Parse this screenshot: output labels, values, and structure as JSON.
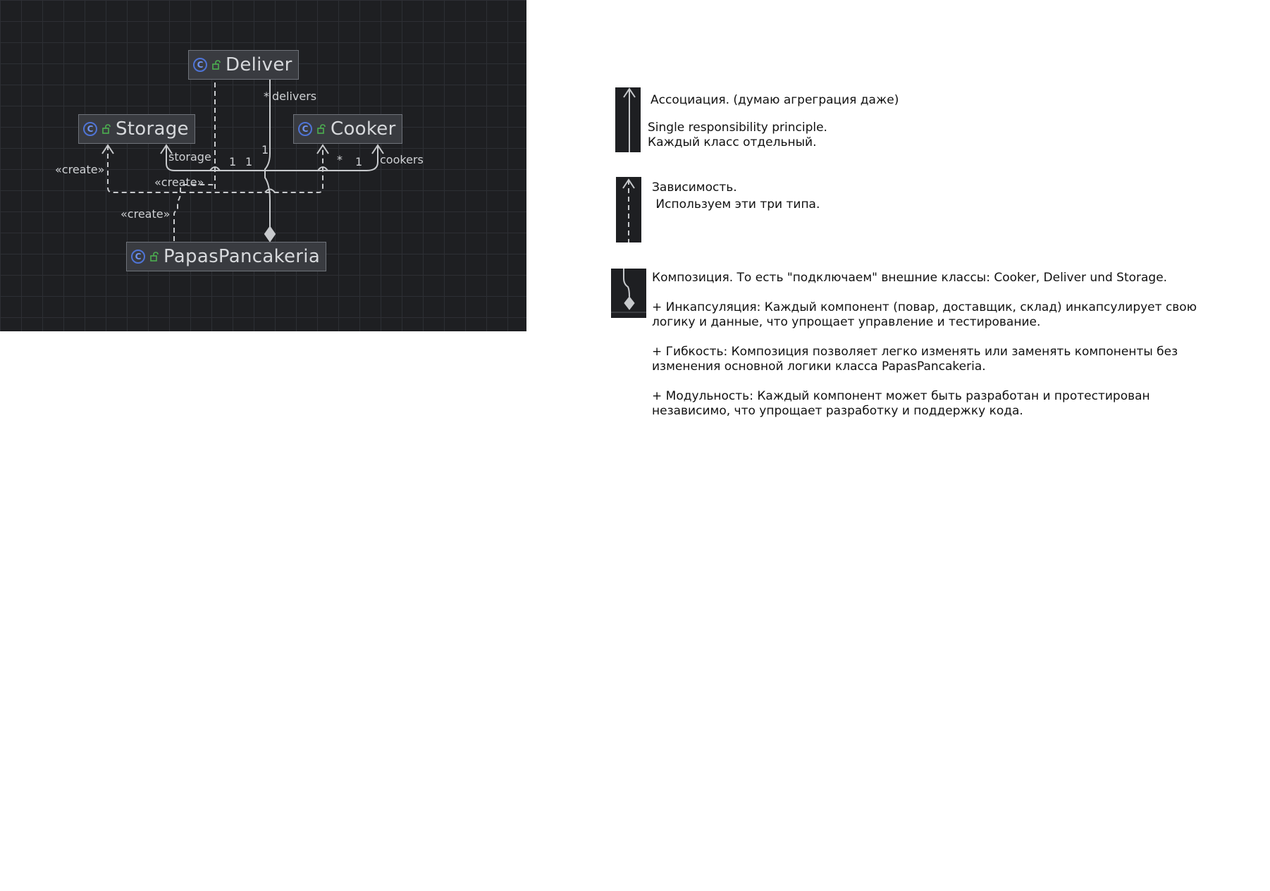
{
  "diagram": {
    "classes": {
      "deliver": "Deliver",
      "storage": "Storage",
      "cooker": "Cooker",
      "papas": "PapasPancakeria"
    },
    "class_icon_letter": "C",
    "labels": {
      "create_left": "«create»",
      "create_mid": "«create»",
      "create_bottom": "«create»",
      "storage_role": "storage",
      "delivers_role": "delivers",
      "cookers_role": "cookers",
      "mult_star_delivers": "*",
      "mult_star_cookers": "*",
      "mult_one_a": "1",
      "mult_one_b": "1",
      "mult_one_c": "1",
      "mult_one_d": "1"
    },
    "colors": {
      "background": "#1e1f22",
      "grid": "#2d2f34",
      "node": "#393b40",
      "edge": "#c8cacd",
      "class_icon": "#4f74d6",
      "public_icon": "#4caf50"
    }
  },
  "legend": {
    "association": {
      "title": "Ассоциация. (думаю агреграция даже)",
      "line1": "Single responsibility principle.",
      "line2": "Каждый класс отдельный."
    },
    "dependency": {
      "title": "Зависимость.",
      "line1": " Используем эти три типа."
    },
    "composition": {
      "title": "Композиция. То есть \"подключаем\" внешние классы: Cooker, Deliver und Storage.",
      "p1": "+ Инкапсуляция: Каждый компонент (повар, доставщик, склад) инкапсулирует свою логику и данные, что упрощает управление и тестирование.",
      "p2": "+ Гибкость: Композиция позволяет легко изменять или заменять компоненты без изменения основной логики класса PapasPancakeria.",
      "p3": "+ Модульность: Каждый компонент может быть разработан и протестирован независимо, что упрощает разработку и поддержку кода."
    }
  }
}
